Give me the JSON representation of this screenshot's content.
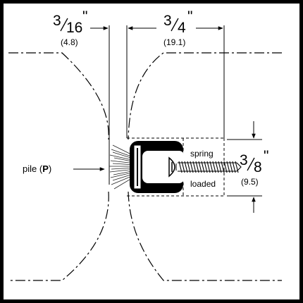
{
  "dimensions": {
    "gap": {
      "numerator": "3",
      "denominator": "16",
      "unit": "\"",
      "metric": "(4.8)"
    },
    "depth": {
      "numerator": "3",
      "denominator": "4",
      "unit": "\"",
      "metric": "(19.1)"
    },
    "height": {
      "numerator": "3",
      "denominator": "8",
      "unit": "\"",
      "metric": "(9.5)"
    }
  },
  "labels": {
    "pile_prefix": "pile (",
    "pile_letter": "P",
    "pile_suffix": ")",
    "spring_line1": "spring",
    "spring_line2": "loaded"
  }
}
